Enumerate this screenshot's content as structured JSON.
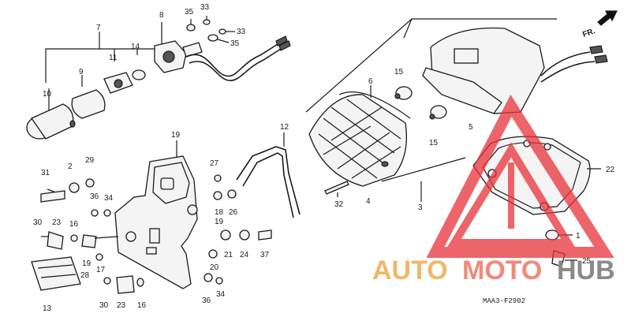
{
  "diagram": {
    "direction_label": "FR.",
    "drawing_code": "MAA3-F2902",
    "part_numbers": [
      "1",
      "2",
      "3",
      "4",
      "5",
      "6",
      "7",
      "8",
      "9",
      "10",
      "11",
      "12",
      "13",
      "14",
      "15",
      "16",
      "17",
      "18",
      "19",
      "20",
      "21",
      "22",
      "23",
      "24",
      "25",
      "26",
      "27",
      "28",
      "29",
      "30",
      "31",
      "32",
      "33",
      "34",
      "35",
      "36",
      "37"
    ],
    "callouts": {
      "c7": "7",
      "c8": "8",
      "c11": "11",
      "c14": "14",
      "c9": "9",
      "c10": "10",
      "c35a": "35",
      "c33a": "33",
      "c33b": "33",
      "c35b": "35",
      "c12": "12",
      "c19a": "19",
      "c6": "6",
      "c15a": "15",
      "c15b": "15",
      "c5": "5",
      "c4": "4",
      "c32": "32",
      "c3": "3",
      "c22": "22",
      "c31": "31",
      "c2": "2",
      "c29": "29",
      "c36a": "36",
      "c34a": "34",
      "c27": "27",
      "c18": "18",
      "c26": "26",
      "c30a": "30",
      "c23a": "23",
      "c16a": "16",
      "c19b": "19",
      "c28": "28",
      "c17": "17",
      "c13": "13",
      "c19c": "19",
      "c21": "21",
      "c24": "24",
      "c37": "37",
      "c20": "20",
      "c36b": "36",
      "c34b": "34",
      "c30b": "30",
      "c23b": "23",
      "c16b": "16",
      "c1": "1",
      "c25": "25"
    }
  },
  "watermark": {
    "text_a": "AUTO",
    "text_b": "MOTO",
    "text_c": "HUB",
    "color_a": "#f0b86a",
    "color_b": "#f08a7a",
    "color_c": "#8a8a8a",
    "triangle_color": "#e8323a"
  }
}
